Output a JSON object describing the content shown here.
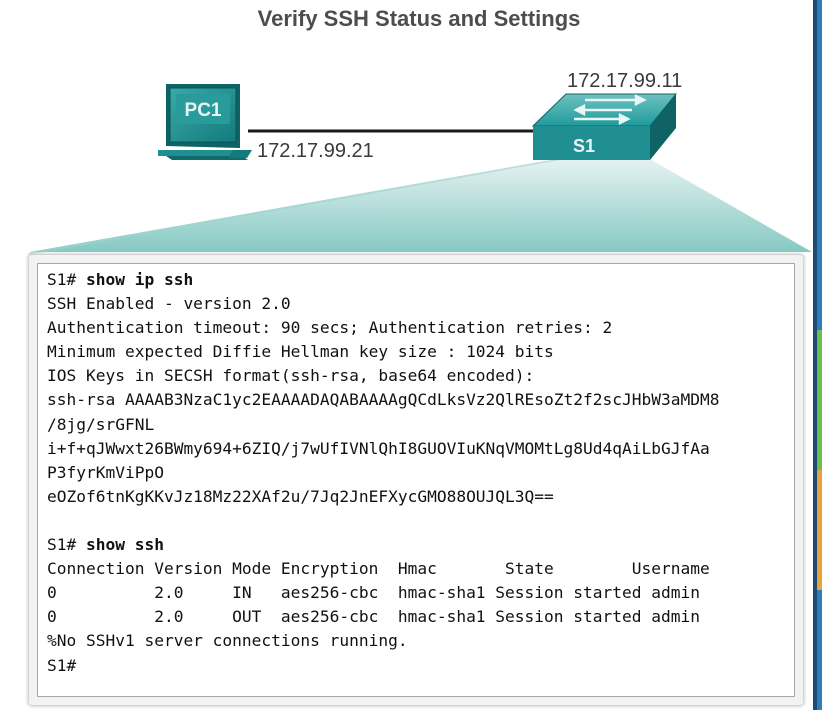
{
  "title": "Verify SSH Status and Settings",
  "devices": {
    "pc": {
      "label": "PC1",
      "ip": "172.17.99.21"
    },
    "switch": {
      "label": "S1",
      "ip": "172.17.99.11"
    }
  },
  "colors": {
    "device_teal": "#1f8f91",
    "device_teal_dark": "#0f6365",
    "beam_light": "#dff0ef",
    "beam_dark": "#8ecdc8",
    "link": "#1a1a1a"
  },
  "terminal": {
    "prompt": "S1# ",
    "blocks": [
      {
        "command": "show ip ssh",
        "output": [
          "SSH Enabled - version 2.0",
          "Authentication timeout: 90 secs; Authentication retries: 2",
          "Minimum expected Diffie Hellman key size : 1024 bits",
          "IOS Keys in SECSH format(ssh-rsa, base64 encoded):",
          "ssh-rsa AAAAB3NzaC1yc2EAAAADAQABAAAAgQCdLksVz2QlREsoZt2f2scJHbW3aMDM8",
          "/8jg/srGFNL",
          "i+f+qJWwxt26BWmy694+6ZIQ/j7wUfIVNlQhI8GUOVIuKNqVMOMtLg8Ud4qAiLbGJfAa",
          "P3fyrKmViPpO",
          "eOZof6tnKgKKvJz18Mz22XAf2u/7Jq2JnEFXycGMO88OUJQL3Q==",
          ""
        ]
      },
      {
        "command": "show ssh",
        "output": [
          "Connection Version Mode Encryption  Hmac       State        Username",
          "0          2.0     IN   aes256-cbc  hmac-sha1 Session started admin",
          "0          2.0     OUT  aes256-cbc  hmac-sha1 Session started admin",
          "%No SSHv1 server connections running."
        ]
      },
      {
        "command": "",
        "output": []
      }
    ]
  }
}
